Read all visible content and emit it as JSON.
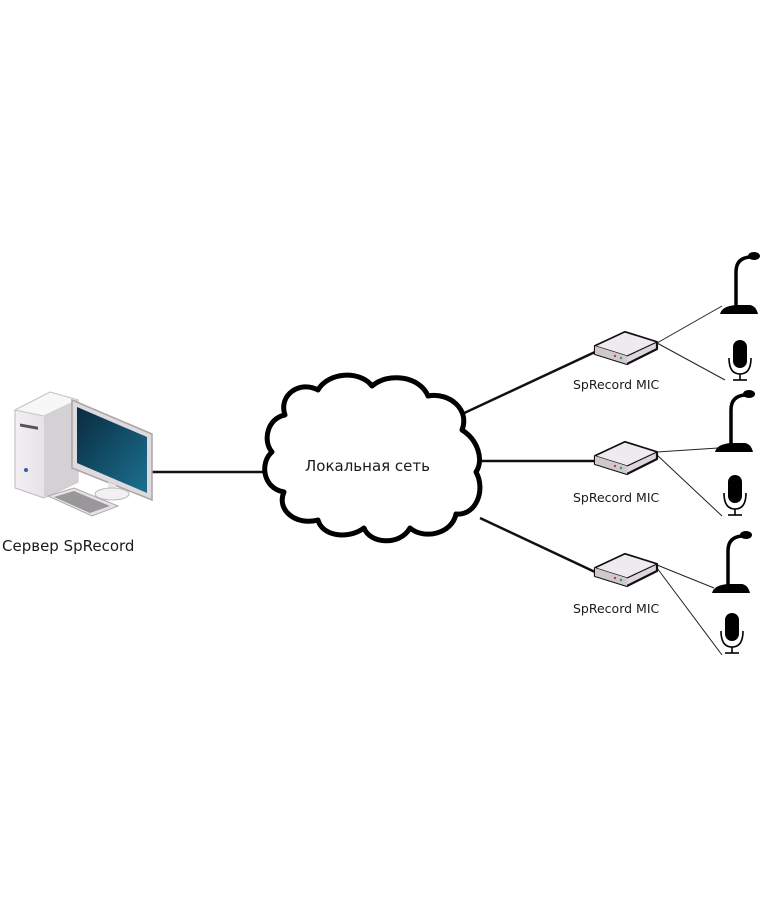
{
  "server": {
    "label": "Сервер SpRecord",
    "icon": "desktop-computer-icon"
  },
  "network": {
    "label": "Локальная сеть",
    "icon": "cloud-icon"
  },
  "devices": [
    {
      "label": "SpRecord MIC",
      "icon": "recorder-box-icon",
      "mics": [
        "gooseneck-microphone-icon",
        "handheld-microphone-icon"
      ]
    },
    {
      "label": "SpRecord MIC",
      "icon": "recorder-box-icon",
      "mics": [
        "gooseneck-microphone-icon",
        "handheld-microphone-icon"
      ]
    },
    {
      "label": "SpRecord MIC",
      "icon": "recorder-box-icon",
      "mics": [
        "gooseneck-microphone-icon",
        "handheld-microphone-icon"
      ]
    }
  ],
  "colors": {
    "line": "#111111",
    "monitor_screen": "#0d4a66",
    "device_body": "#e8e4e8",
    "background": "#ffffff"
  }
}
